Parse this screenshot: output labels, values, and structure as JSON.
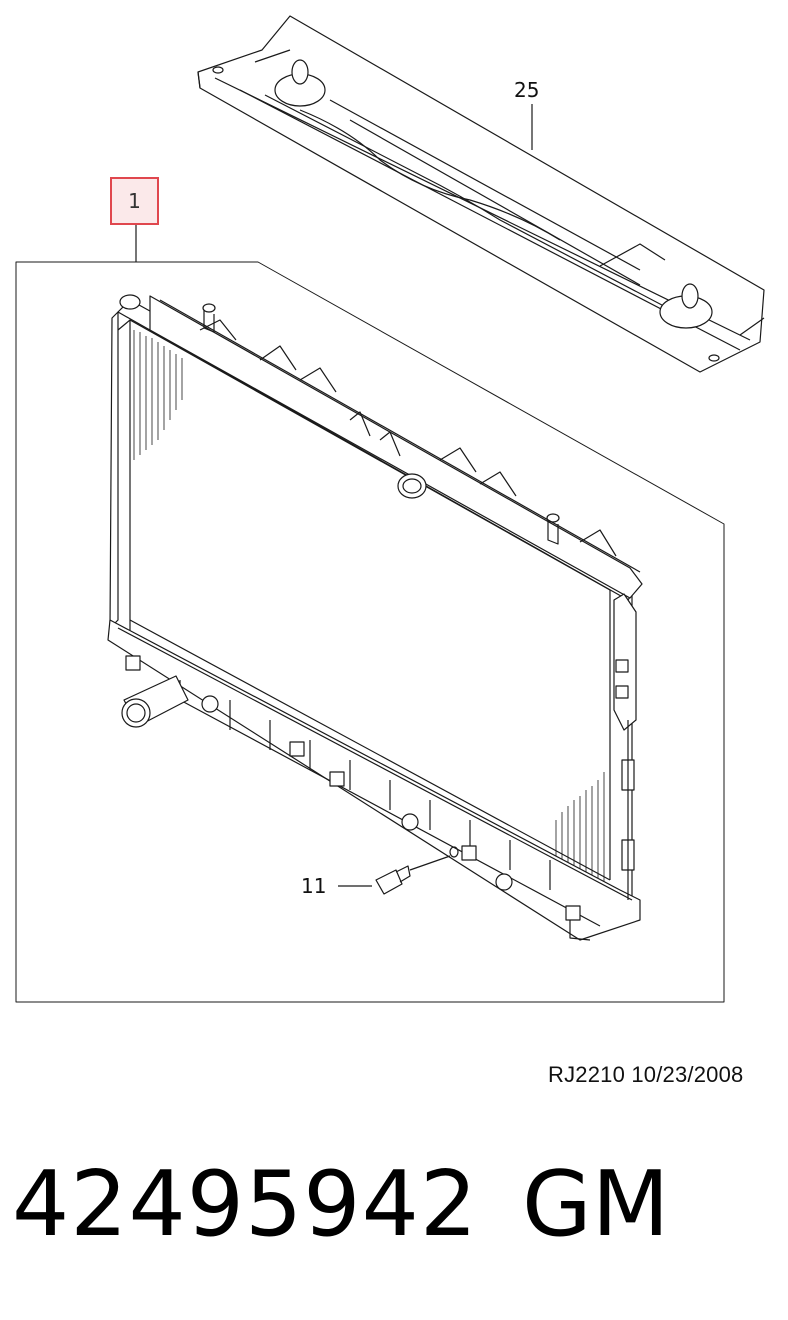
{
  "callouts": {
    "item_1": "1",
    "item_11": "11",
    "item_25": "25"
  },
  "footer": {
    "code": "RJ2210  10/23/2008",
    "part_number": "42495942",
    "brand": "GM"
  },
  "colors": {
    "line": "#1a1a1a",
    "highlight_border": "#e0474e",
    "highlight_fill": "#fbe9ea"
  }
}
